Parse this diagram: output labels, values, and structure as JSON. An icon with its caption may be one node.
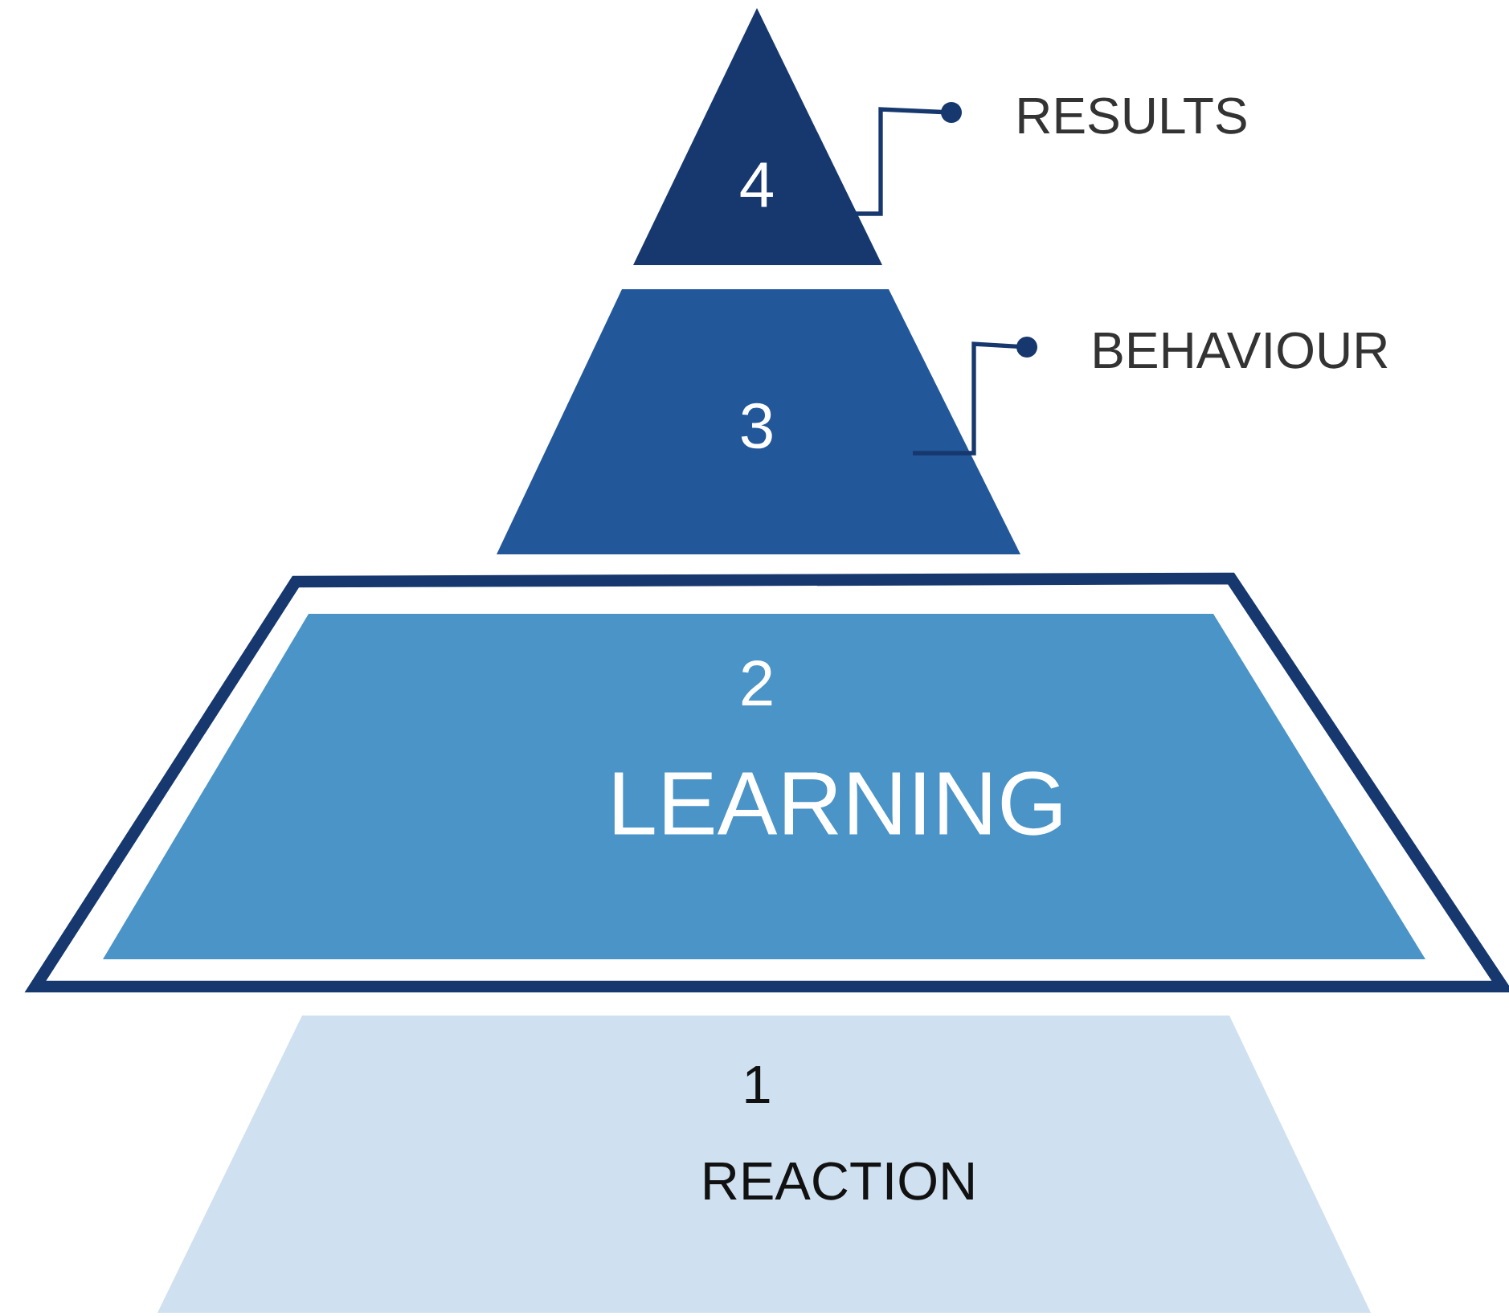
{
  "diagram": {
    "nodes": [
      {
        "text": [
          "4"
        ]
      },
      {
        "text": [
          "RESULTS"
        ]
      },
      {
        "text": [
          "3"
        ]
      },
      {
        "text": [
          "BEHAVIOUR"
        ]
      },
      {
        "text": [
          "2",
          "LEARNING"
        ]
      },
      {
        "text": [
          "1",
          "REACTION"
        ]
      }
    ],
    "edges": [
      {
        "from": 1,
        "to": 0,
        "arrow": "other"
      },
      {
        "from": 3,
        "to": 2,
        "arrow": "other"
      }
    ]
  }
}
